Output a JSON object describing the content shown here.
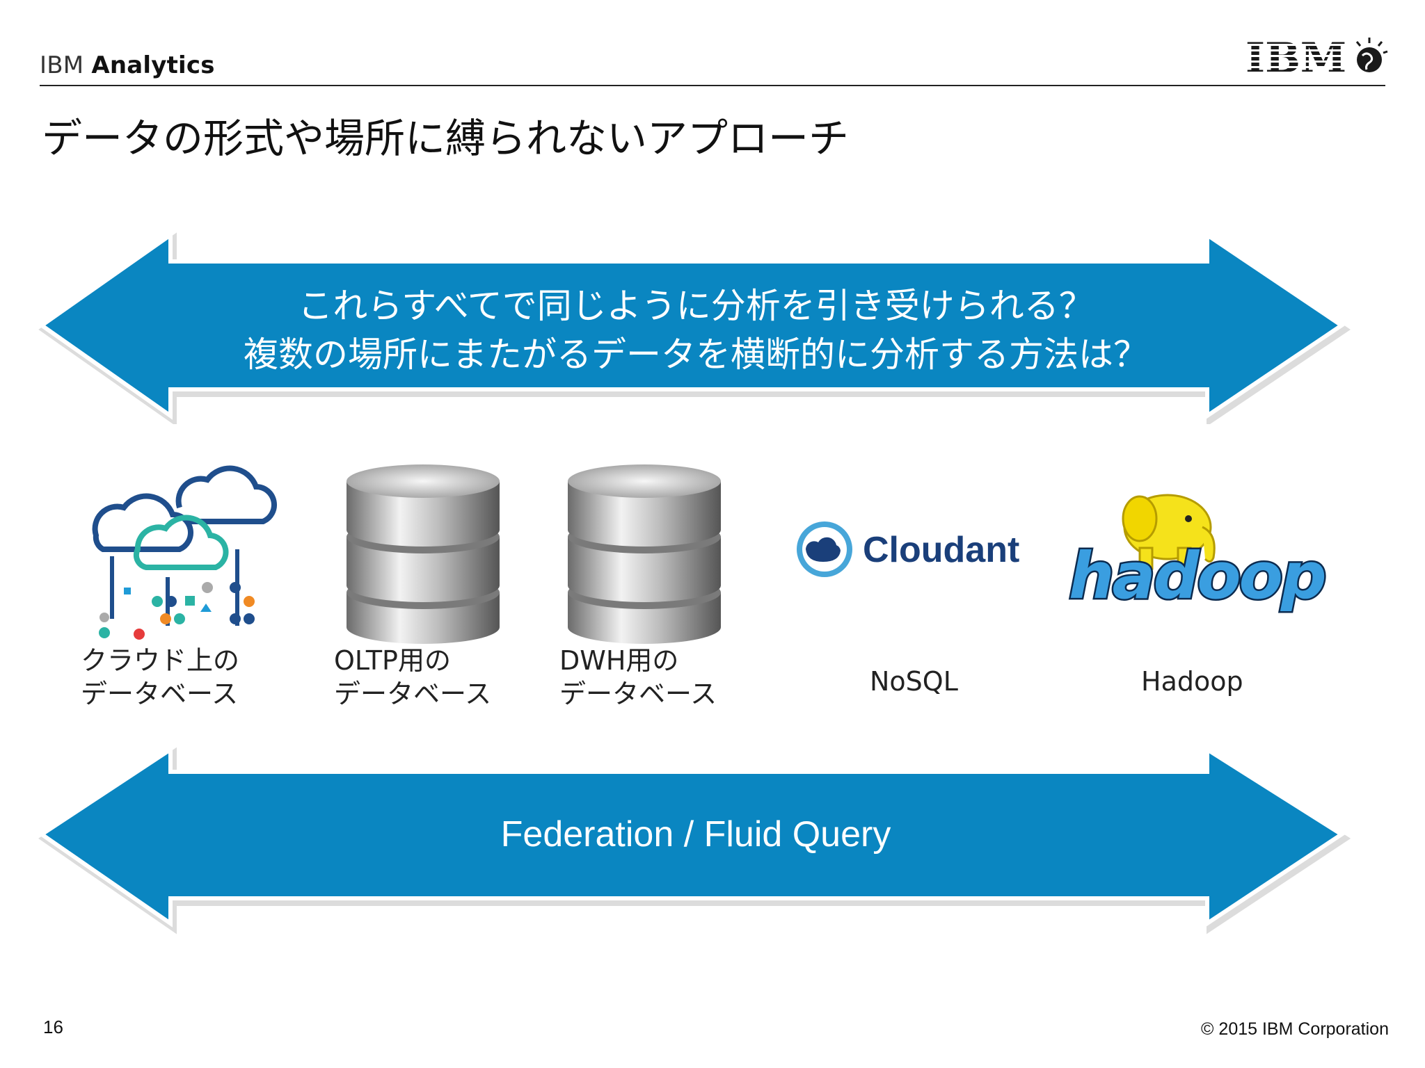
{
  "header": {
    "brand_light": "IBM",
    "brand_bold": "Analytics",
    "logo_text": "IBM"
  },
  "title": "データの形式や場所に縛られないアプローチ",
  "banner_top": {
    "line1": "これらすべてで同じように分析を引き受けられる？",
    "line2": "複数の場所にまたがるデータを横断的に分析する方法は？",
    "color": "#0a86c1"
  },
  "banner_bottom": {
    "text": "Federation / Fluid Query",
    "color": "#0a86c1"
  },
  "sources": [
    {
      "icon": "cloud-network-icon",
      "line1": "クラウド上の",
      "line2": "データベース"
    },
    {
      "icon": "database-cylinder-icon",
      "line1": "OLTP用の",
      "line2": "データベース"
    },
    {
      "icon": "database-cylinder-icon",
      "line1": "DWH用の",
      "line2": "データベース"
    },
    {
      "icon": "cloudant-logo",
      "logo_text": "Cloudant",
      "line1": "NoSQL"
    },
    {
      "icon": "hadoop-logo",
      "logo_text": "hadoop",
      "line1": "Hadoop"
    }
  ],
  "footer": {
    "page_number": "16",
    "copyright": "© 2015 IBM Corporation"
  }
}
